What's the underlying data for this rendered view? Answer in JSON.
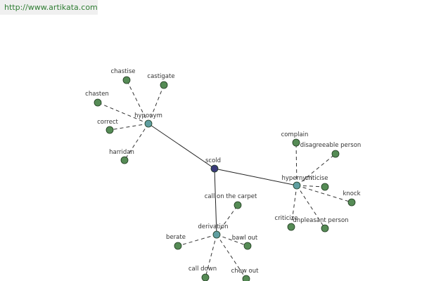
{
  "url": "http://www.artikata.com",
  "colors": {
    "word_node": "#558b55",
    "relation_node": "#5f9ea0",
    "root_node": "#3a3a7a"
  },
  "graph": {
    "root": {
      "id": "scold",
      "label": "scold"
    },
    "relations": [
      {
        "id": "hyponym",
        "label": "hyponym",
        "words": [
          "chastise",
          "castigate",
          "chasten",
          "correct",
          "harridan"
        ]
      },
      {
        "id": "hypernym",
        "label": "hypernym",
        "words": [
          "complain",
          "disagreeable person",
          "criticise",
          "knock",
          "unpleasant person",
          "criticize"
        ]
      },
      {
        "id": "derivation",
        "label": "derivation",
        "words": [
          "call on the carpet",
          "berate",
          "bawl out",
          "call down",
          "chew out"
        ]
      }
    ]
  }
}
